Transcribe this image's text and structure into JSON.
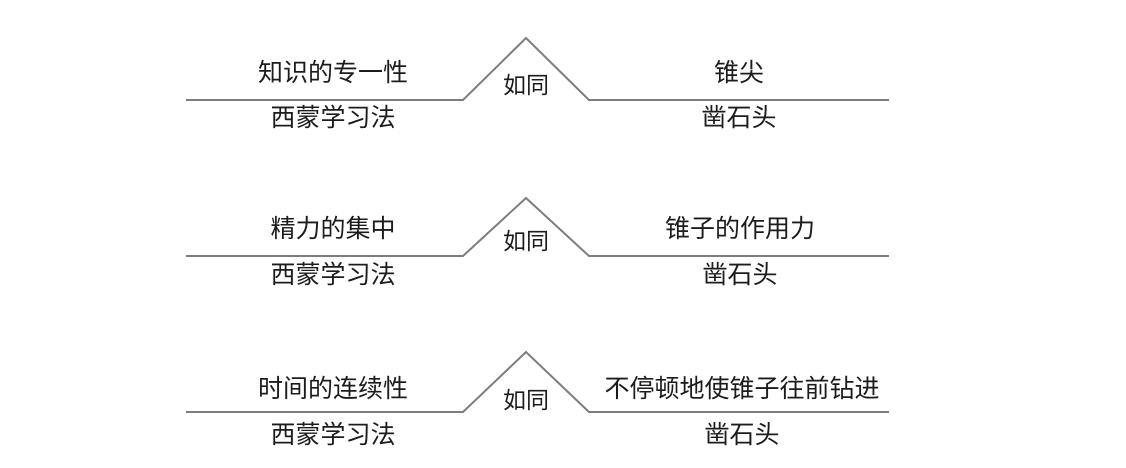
{
  "colors": {
    "background": "#ffffff",
    "line": "#7d7d7d",
    "text": "#1c1c1c"
  },
  "rows": [
    {
      "left_top": "知识的专一性",
      "left_bottom": "西蒙学习法",
      "connector": "如同",
      "right_top": "锥尖",
      "right_bottom": "凿石头"
    },
    {
      "left_top": "精力的集中",
      "left_bottom": "西蒙学习法",
      "connector": "如同",
      "right_top": "锥子的作用力",
      "right_bottom": "凿石头"
    },
    {
      "left_top": "时间的连续性",
      "left_bottom": "西蒙学习法",
      "connector": "如同",
      "right_top": "不停顿地使锥子往前钻进",
      "right_bottom": "凿石头"
    }
  ]
}
